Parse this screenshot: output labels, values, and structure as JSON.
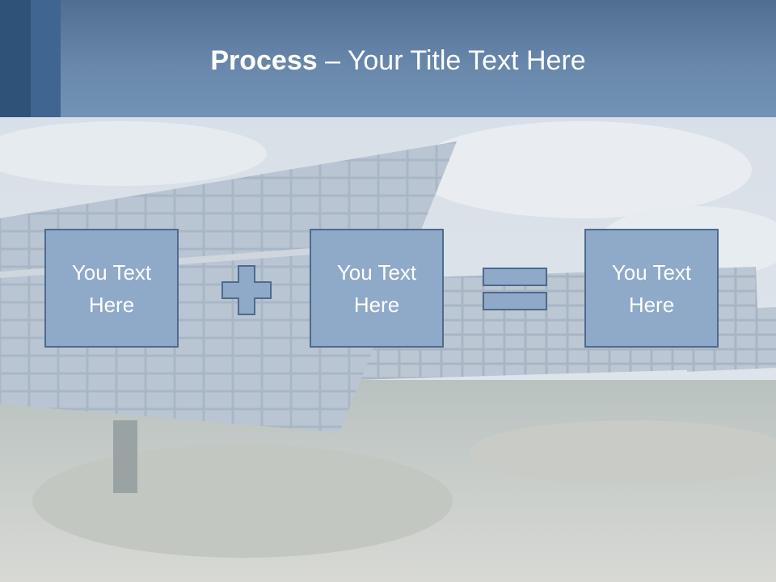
{
  "title": {
    "bold": "Process",
    "rest": " – Your Title Text Here"
  },
  "boxes": [
    {
      "label": "You Text Here"
    },
    {
      "label": "You Text Here"
    },
    {
      "label": "You Text Here"
    }
  ],
  "operators": [
    "plus-icon",
    "equals-icon"
  ],
  "colors": {
    "header": "#6887ab",
    "box_fill": "#8fa9c8",
    "box_border": "#4e6a8c",
    "accent_dark": "#2f5279"
  }
}
